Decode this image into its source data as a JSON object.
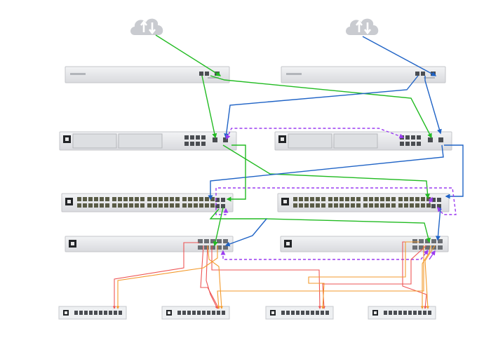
{
  "diagram": {
    "colors": {
      "green": "#22bb22",
      "blue": "#1f63c6",
      "purple": "#9b3cf0",
      "red": "#ee5555",
      "orange": "#f39a2c",
      "chassis": "#e4e5e8",
      "port": "#4a4d52"
    },
    "nodes": [
      {
        "id": "cloud-1",
        "kind": "cloud",
        "icon": "cloud-updown-icon"
      },
      {
        "id": "cloud-2",
        "kind": "cloud",
        "icon": "cloud-updown-icon"
      },
      {
        "id": "gateway-1",
        "kind": "gateway-1u"
      },
      {
        "id": "gateway-2",
        "kind": "gateway-1u"
      },
      {
        "id": "dream-machine-1",
        "kind": "dream-machine"
      },
      {
        "id": "dream-machine-2",
        "kind": "dream-machine"
      },
      {
        "id": "switch-48-1",
        "kind": "switch-48"
      },
      {
        "id": "switch-48-2",
        "kind": "switch-48"
      },
      {
        "id": "aggregation-1",
        "kind": "aggregation-switch"
      },
      {
        "id": "aggregation-2",
        "kind": "aggregation-switch"
      },
      {
        "id": "access-switch-1",
        "kind": "switch-8"
      },
      {
        "id": "access-switch-2",
        "kind": "switch-8"
      },
      {
        "id": "access-switch-3",
        "kind": "switch-8"
      },
      {
        "id": "access-switch-4",
        "kind": "switch-8"
      }
    ],
    "links": [
      {
        "id": "link-cloud1-gw1",
        "color": "green",
        "style": "solid"
      },
      {
        "id": "link-cloud2-gw2",
        "color": "blue",
        "style": "solid"
      },
      {
        "id": "link-gw1-dm1",
        "color": "green",
        "style": "solid"
      },
      {
        "id": "link-gw1-dm2",
        "color": "green",
        "style": "solid"
      },
      {
        "id": "link-gw2-dm2",
        "color": "blue",
        "style": "solid"
      },
      {
        "id": "link-gw2-dm1",
        "color": "blue",
        "style": "solid"
      },
      {
        "id": "link-dm-ha",
        "color": "purple",
        "style": "dashed"
      },
      {
        "id": "link-dm1-sw2",
        "color": "green",
        "style": "solid"
      },
      {
        "id": "link-dm2-sw1",
        "color": "blue",
        "style": "solid"
      },
      {
        "id": "link-dm1-sw1",
        "color": "green",
        "style": "solid"
      },
      {
        "id": "link-dm2-sw2",
        "color": "blue",
        "style": "solid"
      },
      {
        "id": "link-sw-stack",
        "color": "purple",
        "style": "dashed"
      },
      {
        "id": "link-sw1-agg1",
        "color": "green",
        "style": "solid"
      },
      {
        "id": "link-sw1-agg2",
        "color": "green",
        "style": "solid"
      },
      {
        "id": "link-sw2-agg2",
        "color": "blue",
        "style": "solid"
      },
      {
        "id": "link-agg-stack",
        "color": "purple",
        "style": "dashed"
      },
      {
        "id": "links-agg-access-red",
        "color": "red",
        "style": "solid"
      },
      {
        "id": "links-agg-access-orange",
        "color": "orange",
        "style": "solid"
      }
    ]
  }
}
